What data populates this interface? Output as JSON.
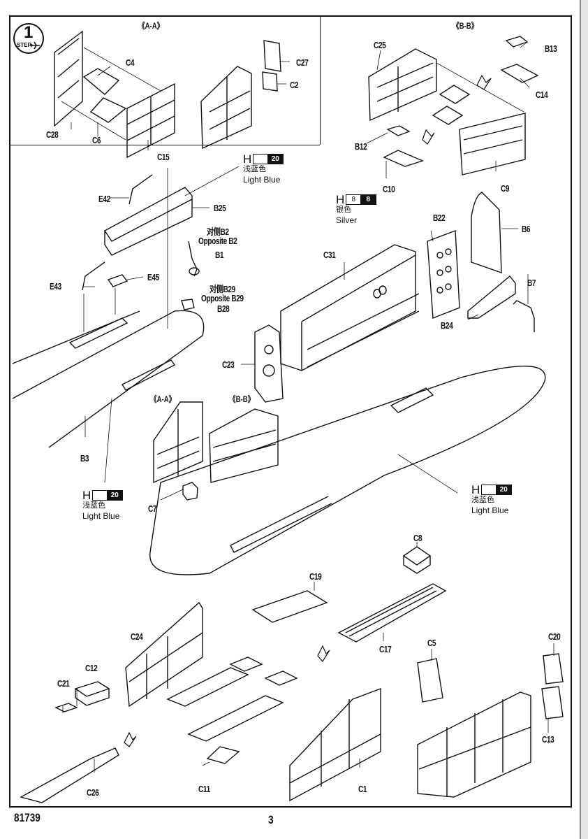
{
  "page": {
    "kit_number": "81739",
    "page_number": "3"
  },
  "step": {
    "number": "1",
    "label": "STEP",
    "icon": "airplane-icon"
  },
  "sections": {
    "aa_top": "《A-A》",
    "bb_top": "《B-B》",
    "aa_bottom": "《A-A》",
    "bb_bottom": "《B-B》"
  },
  "paint_callouts": [
    {
      "prefix": "H",
      "code": "20",
      "zh": "浅蓝色",
      "en": "Light Blue"
    },
    {
      "prefix": "H",
      "code_left": "8",
      "code": "8",
      "zh": "银色",
      "en": "Silver"
    },
    {
      "prefix": "H",
      "code": "20",
      "zh": "浅蓝色",
      "en": "Light Blue"
    },
    {
      "prefix": "H",
      "code": "20",
      "zh": "浅蓝色",
      "en": "Light Blue"
    }
  ],
  "opposite_notes": [
    {
      "zh": "对侧B2",
      "en": "Opposite B2"
    },
    {
      "zh": "对侧B29",
      "en": "Opposite B29"
    }
  ],
  "part_labels": {
    "C4": "C4",
    "C28": "C28",
    "C6": "C6",
    "C15": "C15",
    "C27": "C27",
    "C2": "C2",
    "C25": "C25",
    "B13": "B13",
    "C14": "C14",
    "B12": "B12",
    "C10": "C10",
    "C9": "C9",
    "E42": "E42",
    "B25": "B25",
    "B1": "B1",
    "E43": "E43",
    "E45": "E45",
    "B28": "B28",
    "C31": "C31",
    "B22": "B22",
    "B6": "B6",
    "B7": "B7",
    "B24": "B24",
    "C23": "C23",
    "B3": "B3",
    "C7": "C7",
    "C8": "C8",
    "C19": "C19",
    "C17": "C17",
    "C24": "C24",
    "C12": "C12",
    "C21": "C21",
    "C26": "C26",
    "C11": "C11",
    "C1": "C1",
    "C5": "C5",
    "C20": "C20",
    "C13": "C13"
  }
}
